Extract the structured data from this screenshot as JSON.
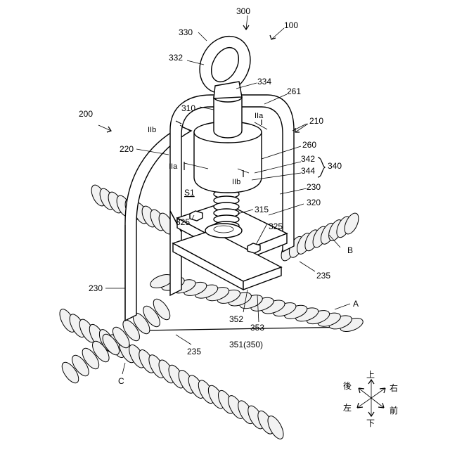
{
  "labels": {
    "l300": "300",
    "l100": "100",
    "l330": "330",
    "l332": "332",
    "l334": "334",
    "l261": "261",
    "l310": "310",
    "l210": "210",
    "l200": "200",
    "l260": "260",
    "l342": "342",
    "l344": "344",
    "l340": "340",
    "l220": "220",
    "l230a": "230",
    "l230b": "230",
    "lS1": "S1",
    "l315": "315",
    "l320": "320",
    "l325a": "325",
    "l325b": "325",
    "lB": "B",
    "l235a": "235",
    "l235b": "235",
    "lA": "A",
    "l352": "352",
    "l353": "353",
    "l351": "351(350)",
    "lC": "C",
    "IIa1": "IIa",
    "IIa2": "IIa",
    "IIb1": "IIb",
    "IIb2": "IIb"
  },
  "compass": {
    "up": "上",
    "down": "下",
    "left": "左",
    "right": "右",
    "front": "前",
    "back": "後"
  }
}
